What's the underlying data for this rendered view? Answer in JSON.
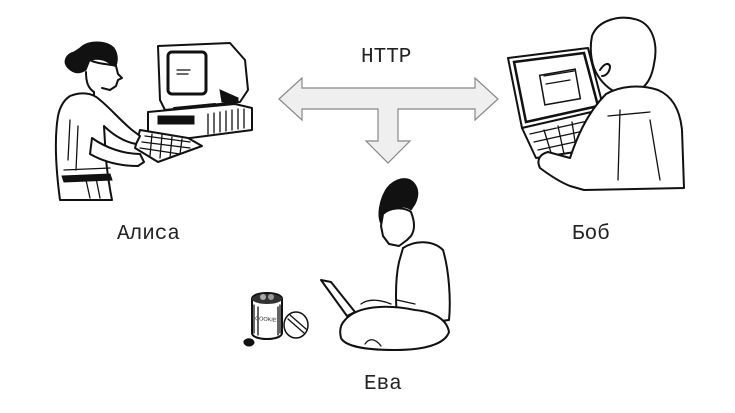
{
  "diagram": {
    "protocol_label": "HTTP",
    "actors": [
      {
        "id": "alice",
        "label": "Алиса",
        "role": "client"
      },
      {
        "id": "bob",
        "label": "Боб",
        "role": "server"
      },
      {
        "id": "eve",
        "label": "Ева",
        "role": "eavesdropper"
      }
    ],
    "cookie_jar_text": "COOKIE",
    "arrow": {
      "type": "double-headed with downward branch",
      "fill_color": "#efefef",
      "stroke_color": "#888888"
    }
  }
}
